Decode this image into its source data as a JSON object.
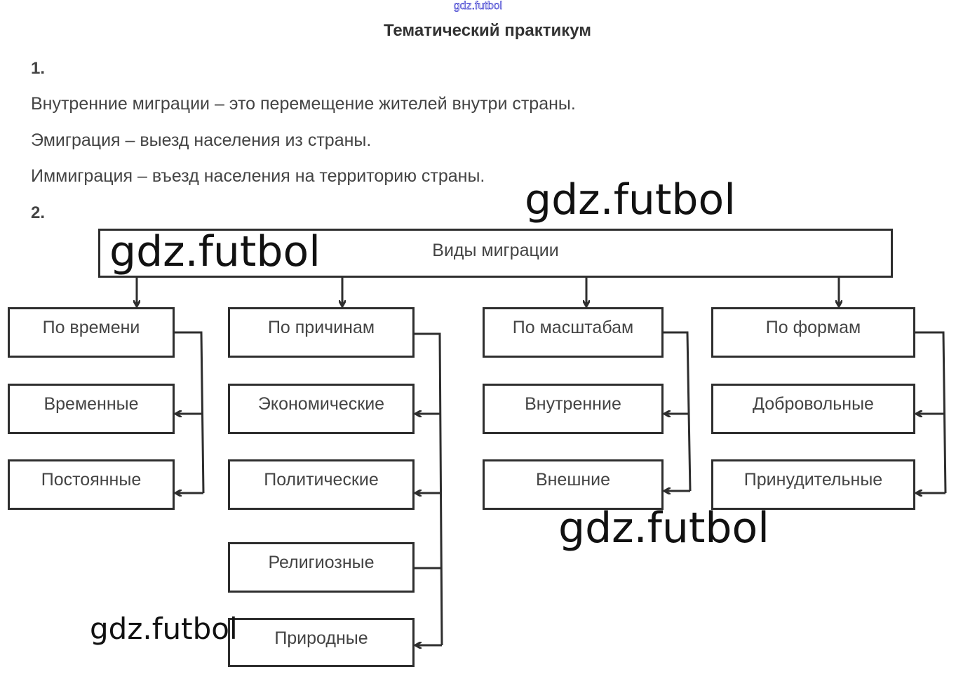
{
  "watermark_small": "gdz.futbol",
  "title": "Тематический практикум",
  "section1": {
    "number": "1.",
    "lines": [
      "Внутренние миграции – это перемещение жителей внутри страны.",
      "Эмиграция – выезд населения из страны.",
      "Иммиграция – въезд населения на территорию страны."
    ]
  },
  "section2": {
    "number": "2.",
    "root": "Виды миграции",
    "columns": [
      {
        "header": "По времени",
        "items": [
          "Временные",
          "Постоянные"
        ]
      },
      {
        "header": "По причинам",
        "items": [
          "Экономические",
          "Политические",
          "Религиозные",
          "Природные"
        ]
      },
      {
        "header": "По масштабам",
        "items": [
          "Внутренние",
          "Внешние"
        ]
      },
      {
        "header": "По формам",
        "items": [
          "Добровольные",
          "Принудительные"
        ]
      }
    ]
  },
  "watermarks": [
    "gdz.futbol",
    "gdz.futbol",
    "gdz.futbol",
    "gdz.futbol"
  ]
}
